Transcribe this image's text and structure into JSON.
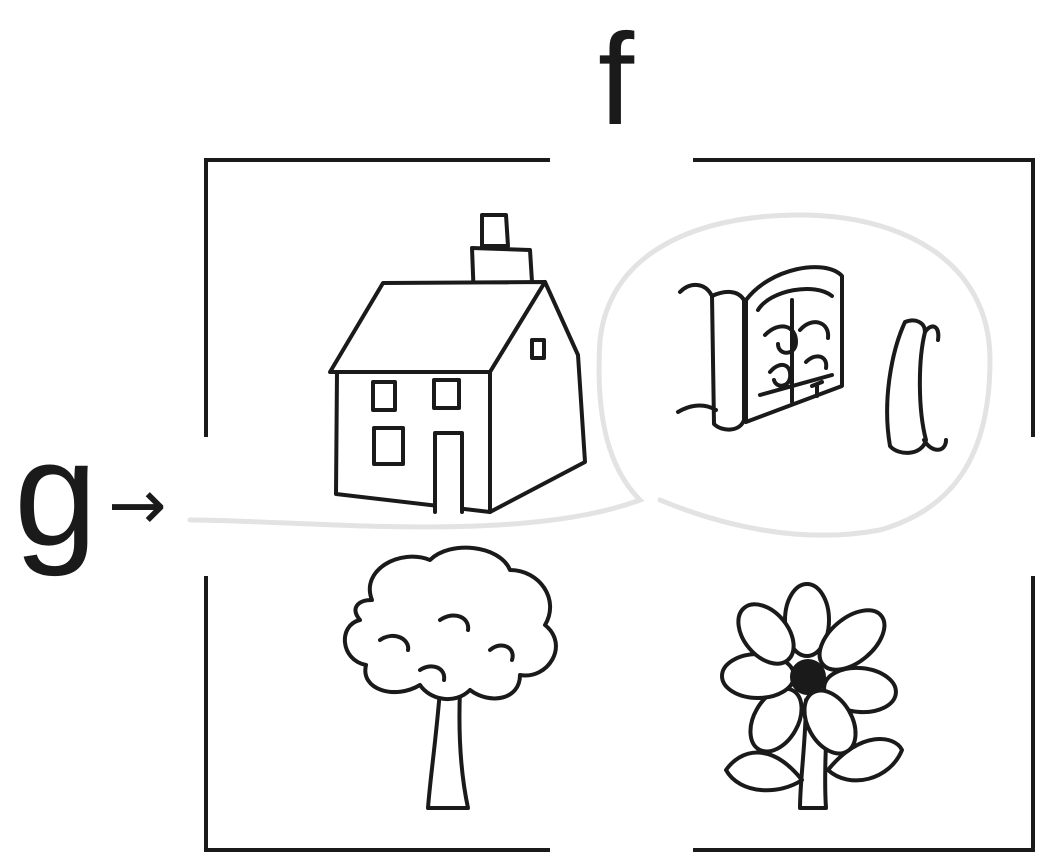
{
  "labels": {
    "column_letter": "f",
    "row_letter": "g",
    "row_arrow": "→"
  },
  "grid": {
    "cells": [
      {
        "row": 1,
        "column": 1,
        "picture": "house"
      },
      {
        "row": 1,
        "column": 2,
        "picture": "gate"
      },
      {
        "row": 2,
        "column": 1,
        "picture": "tree"
      },
      {
        "row": 2,
        "column": 2,
        "picture": "flower"
      }
    ],
    "highlighted_cell": {
      "row": 1,
      "column": 2,
      "picture": "gate"
    }
  },
  "colors": {
    "ink": "#1a1a1a",
    "highlight_loop": "#e3e3e3",
    "background": "#ffffff"
  }
}
